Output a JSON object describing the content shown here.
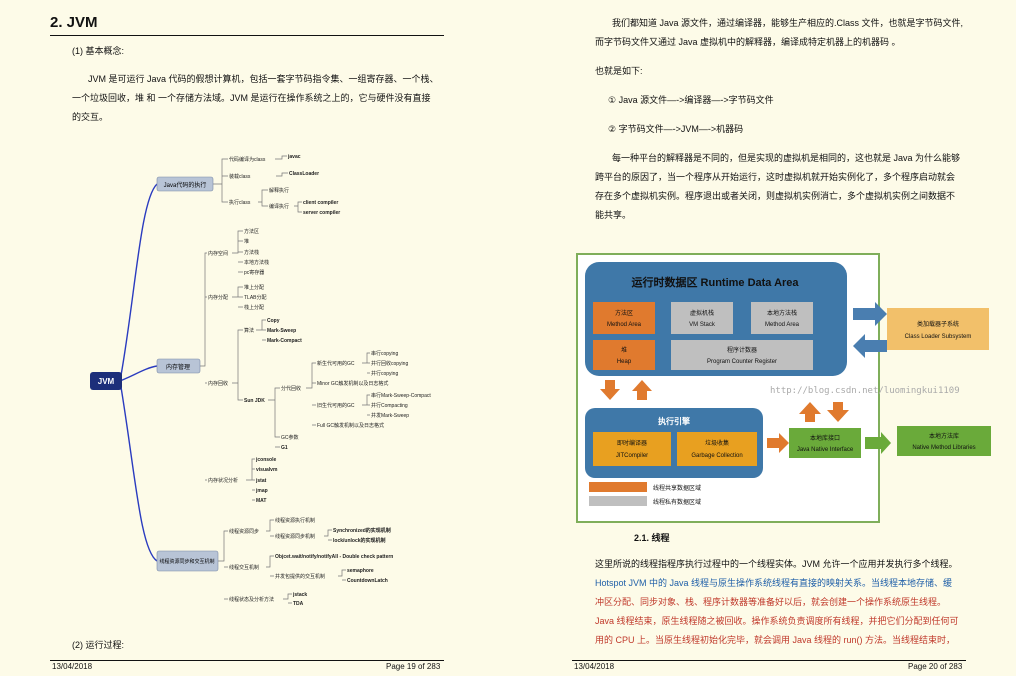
{
  "left_page": {
    "heading": "2. JVM",
    "section1": "(1) 基本概念:",
    "para1_line1": "JVM 是可运行 Java 代码的假想计算机，包括一套字节码指令集、一组寄存器、一个栈、",
    "para1_line2": "一个垃圾回收，堆 和 一个存储方法域。JVM 是运行在操作系统之上的，它与硬件没有直接",
    "para1_line3": "的交互。",
    "mindmap": {
      "root": "JVM",
      "java_exec": "Java代码的执行",
      "compile": "代码编译为class",
      "javac": "javac",
      "load": "装载class",
      "classloader": "ClassLoader",
      "exec_class": "执行class",
      "interp": "解释执行",
      "compile_exec": "编译执行",
      "client": "client compiler",
      "server": "server compiler",
      "mem_mgmt": "内存管理",
      "mem_space": "内存空间",
      "method_area": "方法区",
      "heap": "堆",
      "method_stack": "方法栈",
      "native_stack": "本地方法栈",
      "pc": "pc寄存器",
      "mem_alloc": "内存分配",
      "heap_alloc": "堆上分配",
      "tlab": "TLAB分配",
      "stack_alloc": "栈上分配",
      "mem_reclaim": "内存回收",
      "algo": "算法",
      "copy": "Copy",
      "ms": "Mark-Sweep",
      "mc": "Mark-Compact",
      "sunjdk": "Sun JDK",
      "gen": "分代回收",
      "young": "新生代可用的GC",
      "serial_copy": "串行copying",
      "parallel_copy": "并行回收copying",
      "par_copy": "并行copying",
      "minor": "Minor GC触发机制以及日志格式",
      "serial_msc": "串行Mark-Sweep-Compact",
      "par_compact": "并行Compacting",
      "cms": "并发Mark-Sweep",
      "old": "旧生代可用的GC",
      "full": "Full GC触发机制以及日志格式",
      "gcparams": "GC参数",
      "g1": "G1",
      "mem_tools": "内存状况分析",
      "jconsole": "jconsole",
      "visualvm": "visualvm",
      "jstat": "jstat",
      "jmap": "jmap",
      "mat": "MAT",
      "thread": "线程资源同步和交互机制",
      "thread_sync": "线程资源同步",
      "sync1": "线程资源执行机制",
      "sync2": "线程资源同步机制",
      "synced": "Synchronized的实现机制",
      "lock": "lock/unlock的实现机制",
      "interact": "线程交互机制",
      "obj": "Objcet.wait/notify/notifyAll - Double check pattern",
      "concur": "并发包提供的交互机制",
      "semaphore": "semaphore",
      "cdl": "CountdownLatch",
      "state": "线程状态及分析方法",
      "jstack": "jstack",
      "tda": "TDA"
    },
    "section2": "(2) 运行过程:",
    "footer_date": "13/04/2018",
    "footer_page": "Page 19 of 283"
  },
  "right_page": {
    "p1_l1": "我们都知道 Java 源文件，通过编译器，能够生产相应的.Class 文件，也就是字节码文件,",
    "p1_l2": "而字节码文件又通过 Java 虚拟机中的解释器，编译成特定机器上的机器码 。",
    "p2": "也就是如下:",
    "step1": "① Java 源文件—->编译器—->字节码文件",
    "step2": "② 字节码文件—->JVM—->机器码",
    "p3_l1": "每一种平台的解释器是不同的，但是实现的虚拟机是相同的，这也就是 Java 为什么能够",
    "p3_l2": "跨平台的原因了，当一个程序从开始运行，这时虚拟机就开始实例化了，多个程序启动就会",
    "p3_l3": "存在多个虚拟机实例。程序退出或者关闭，则虚拟机实例消亡，多个虚拟机实例之间数据不",
    "p3_l4": "能共享。",
    "diagram": {
      "rda_title": "运行时数据区  Runtime Data Area",
      "method_area": "方法区",
      "method_area_en": "Method Area",
      "vm_stack": "虚拟机栈",
      "vm_stack_en": "VM Stack",
      "native_stack": "本地方法栈",
      "native_stack_en": "Method Area",
      "heap": "堆",
      "heap_en": "Heap",
      "pc": "程序计数器",
      "pc_en": "Program Counter Register",
      "exec_engine": "执行引擎",
      "jit": "即时编译器",
      "jit_en": "JITCompiler",
      "gc": "垃圾收集",
      "gc_en": "Garbage Collection",
      "jni": "本地库接口",
      "jni_en": "Java Native Interface",
      "lib": "本地方法库",
      "lib_en": "Native Method Libraries",
      "loader": "类加载器子系统",
      "loader_en": "Class Loader Subsystem",
      "legend_shared": "线程共享数据区域",
      "legend_private": "线程私有数据区域",
      "watermark": "http://blog.csdn.net/luomingkui1109"
    },
    "subheading": "2.1. 线程",
    "p4_l1": "这里所说的线程指程序执行过程中的一个线程实体。JVM 允许一个应用并发执行多个线程。",
    "p4_l2": "Hotspot JVM 中的 Java 线程与原生操作系统线程有直接的映射关系。当线程本地存储、缓",
    "p4_l3": "冲区分配、同步对象、栈、程序计数器等准备好以后，就会创建一个操作系统原生线程。",
    "p4_l4": "Java 线程结束，原生线程随之被回收。操作系统负责调度所有线程，并把它们分配到任何可",
    "p4_l5": "用的 CPU 上。当原生线程初始化完毕，就会调用 Java 线程的 run() 方法。当线程结束时，",
    "footer_date": "13/04/2018",
    "footer_page": "Page 20 of 283"
  }
}
